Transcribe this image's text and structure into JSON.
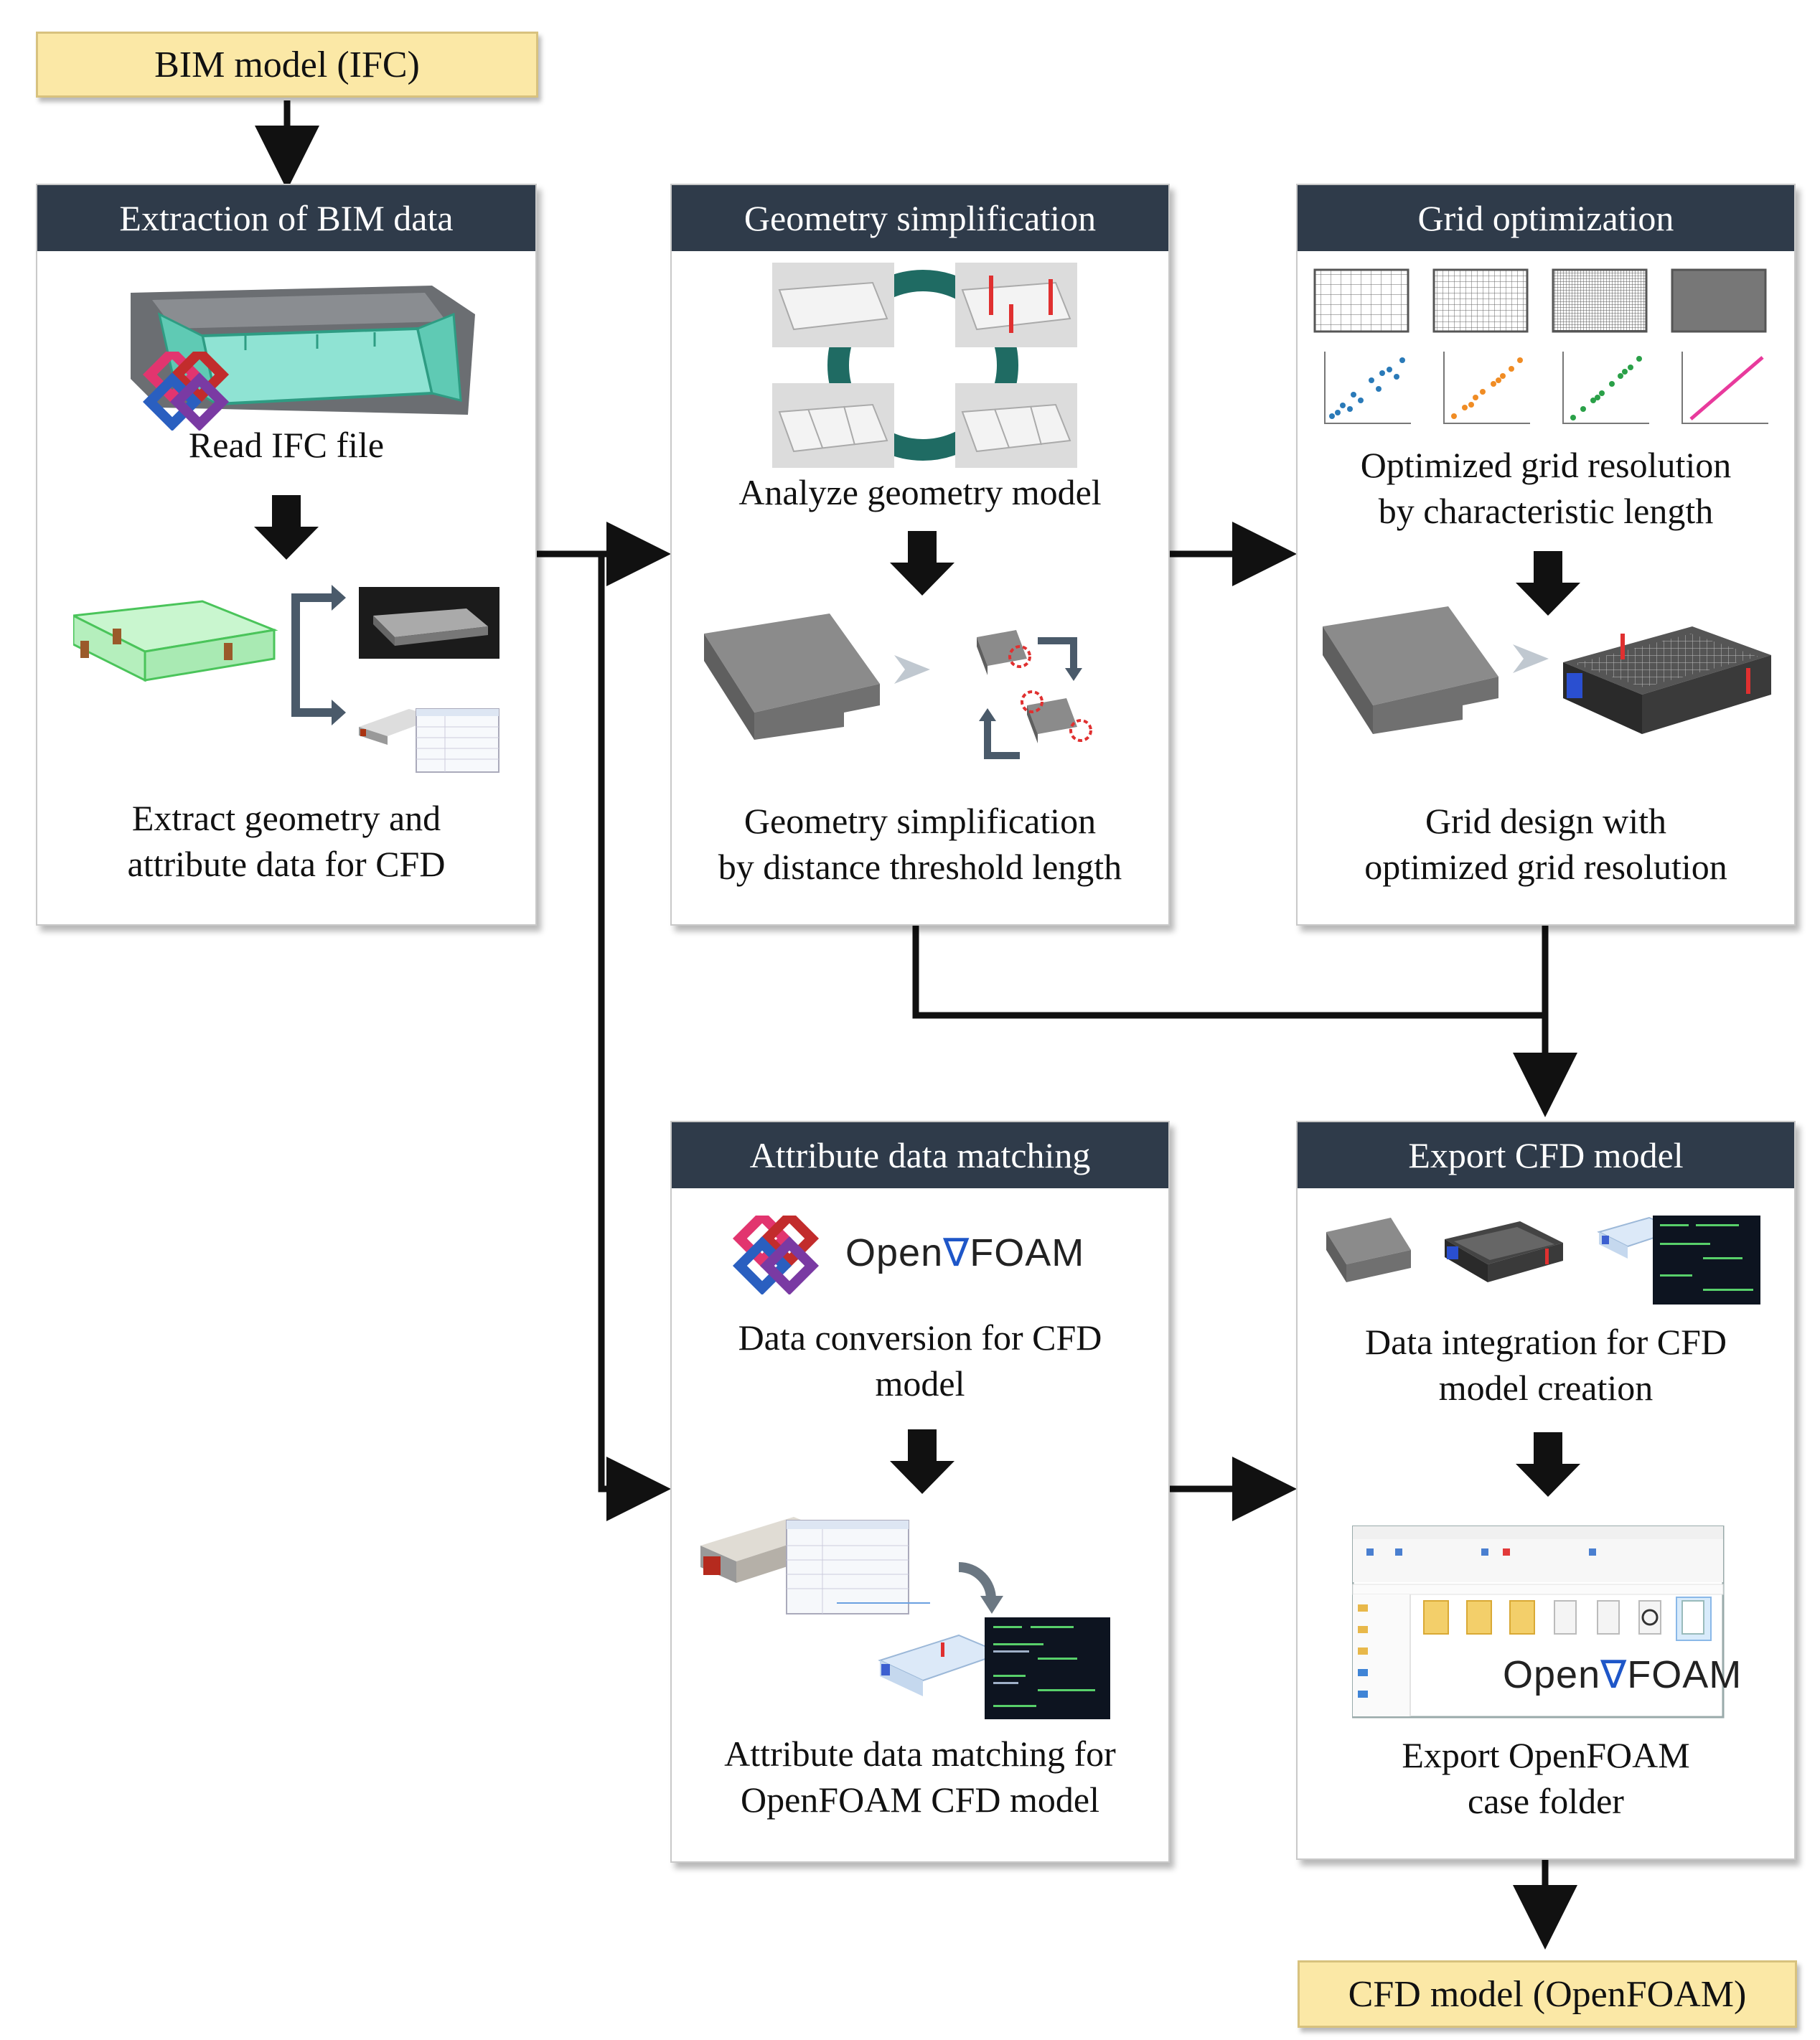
{
  "input": "BIM model  (IFC)",
  "output": "CFD model (OpenFOAM)",
  "panels": {
    "extraction": {
      "title": "Extraction of BIM data",
      "step1": "Read IFC file",
      "step2_line1": "Extract geometry and",
      "step2_line2": "attribute data for CFD"
    },
    "geometry": {
      "title": "Geometry simplification",
      "step1": "Analyze  geometry model",
      "step2_line1": "Geometry simplification",
      "step2_line2": "by distance threshold length"
    },
    "grid": {
      "title": "Grid optimization",
      "step1_line1": "Optimized grid resolution",
      "step1_line2": "by characteristic  length",
      "step2_line1": "Grid design with",
      "step2_line2": "optimized grid resolution"
    },
    "attribute": {
      "title": "Attribute data matching",
      "logo_left": "Open",
      "logo_right": "FOAM",
      "step1_line1": "Data conversion for CFD",
      "step1_line2": "model",
      "step2_line1": "Attribute data matching for",
      "step2_line2": "OpenFOAM  CFD model"
    },
    "export": {
      "title": "Export CFD model",
      "step1_line1": "Data integration for CFD",
      "step1_line2": "model creation",
      "logo_left": "Open",
      "logo_right": "FOAM",
      "step2_line1": "Export OpenFOAM",
      "step2_line2": "case folder"
    }
  },
  "colors": {
    "header": "#2f3b4a",
    "io_fill": "#fbe8a6",
    "ring": "#1f6b63",
    "openfoam_triangle": "#1e56c8",
    "highlight_red": "#e03030"
  }
}
